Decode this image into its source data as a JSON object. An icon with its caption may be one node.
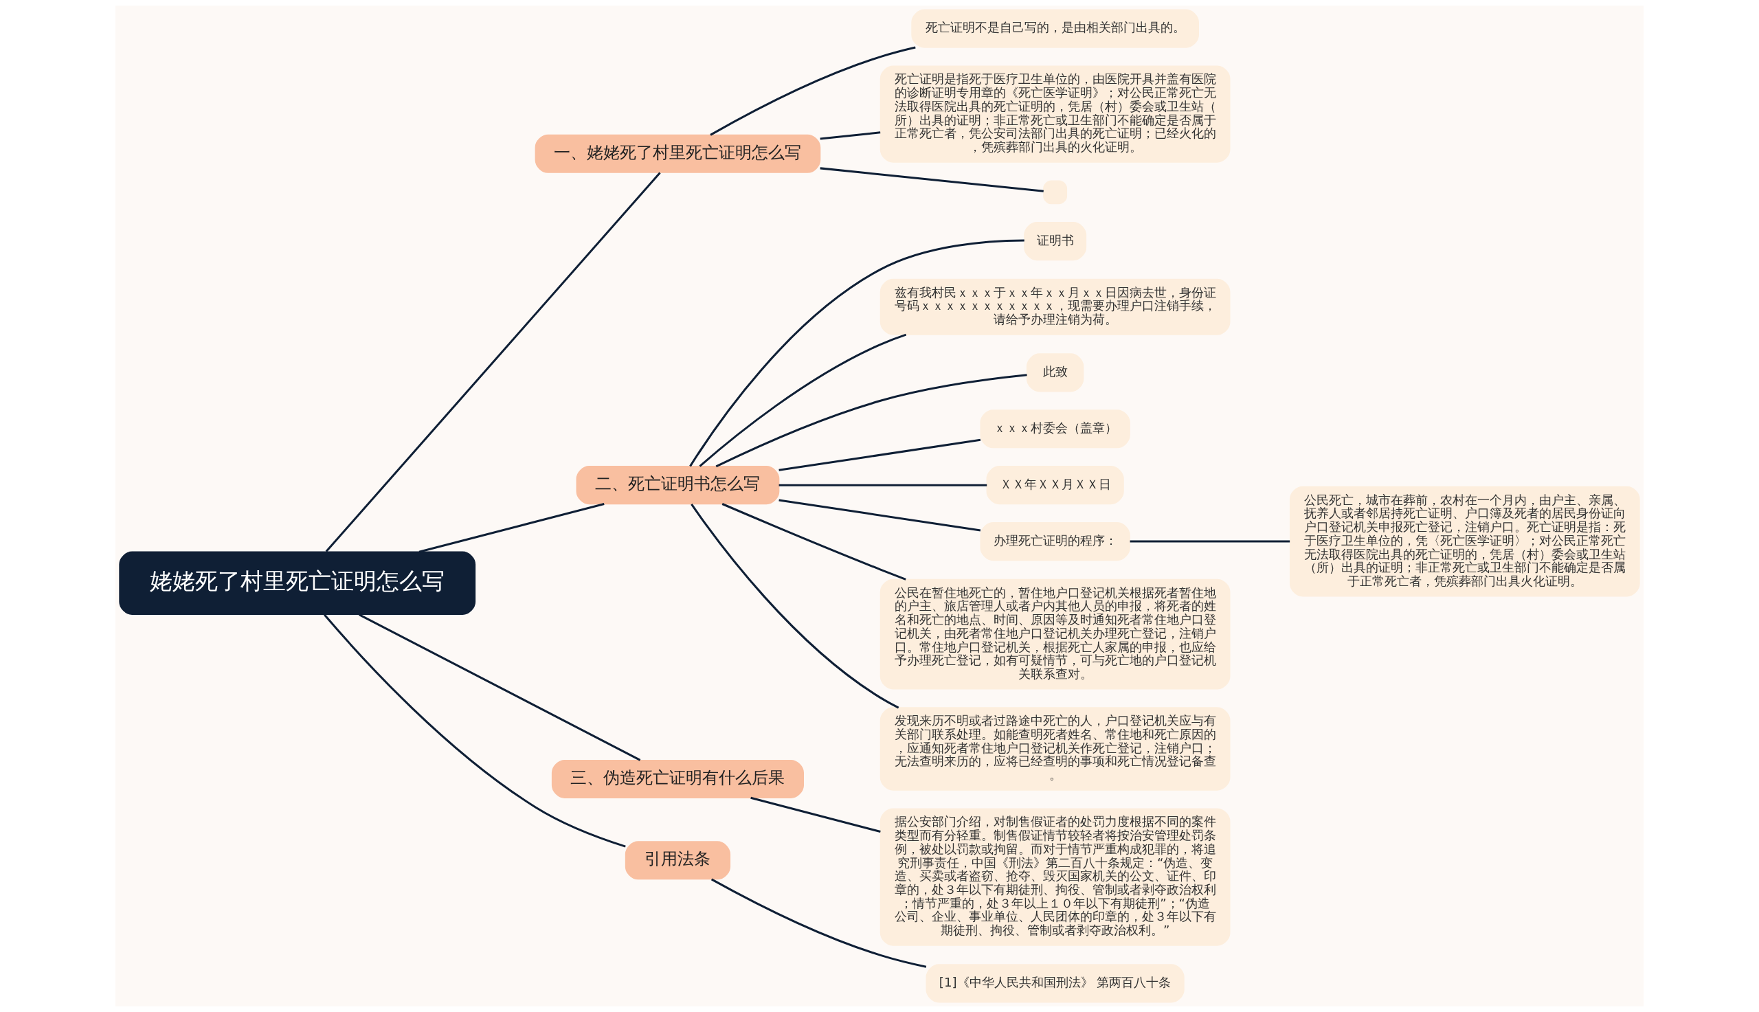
{
  "diagram": {
    "nodes": [
      {
        "text": [
          "姥姥死了村里死亡证明怎么写"
        ]
      },
      {
        "text": [
          "一、姥姥死了村里死亡证明怎么写"
        ]
      },
      {
        "text": [
          "死亡证明不是自己写的，是由相关部门出具的。"
        ]
      },
      {
        "text": [
          "死亡证明是指死于医疗卫生单位的，由医院开具并盖有医院的诊断证明专用章的《死亡医学证明》；对公民正常死亡无法取得医院出具的死亡证明的，凭居（村）委会或卫生站（所）出具的证明；非正常死亡或卫生部门不能确定是否属于正常死亡者，凭公安司法部门出具的死亡证明；已经火化的，凭殡葬部门出具的火化证明。"
        ]
      },
      {
        "text": [],
        "shape": "box"
      },
      {
        "text": [
          "二、死亡证明书怎么写"
        ]
      },
      {
        "text": [
          "证明书"
        ]
      },
      {
        "text": [
          "兹有我村民ｘｘｘ于ｘｘ年ｘｘ月ｘｘ日因病去世，身份证号码ｘｘｘｘｘｘｘｘｘｘｘ，现需要办理户口注销手续，请给予办理注销为荷。"
        ]
      },
      {
        "text": [
          "此致"
        ]
      },
      {
        "text": [
          "ｘｘｘ村委会（盖章）"
        ]
      },
      {
        "text": [
          "ＸＸ年ＸＸ月ＸＸ日"
        ]
      },
      {
        "text": [
          "办理死亡证明的程序："
        ]
      },
      {
        "text": [
          "公民死亡，城市在葬前，农村在一个月内，由户主、亲属、抚养人或者邻居持死亡证明、户口簿及死者的居民身份证向户口登记机关申报死亡登记，注销户口。死亡证明是指：死于医疗卫生单位的，凭〈死亡医学证明〉；对公民正常死亡无法取得医院出具的死亡证明的，凭居（村）委会或卫生站（所）出具的证明；非正常死亡或卫生部门不能确定是否属于正常死亡者，凭殡葬部门出具火化证明。"
        ]
      },
      {
        "text": [
          "公民在暂住地死亡的，暂住地户口登记机关根据死者暂住地的户主、旅店管理人或者户内其他人员的申报，将死者的姓名和死亡的地点、时间、原因等及时通知死者常住地户口登记机关，由死者常住地户口登记机关办理死亡登记，注销户口。常住地户口登记机关，根据死亡人家属的申报，也应给予办理死亡登记，如有可疑情节，可与死亡地的户口登记机关联系查对。"
        ]
      },
      {
        "text": [
          "发现来历不明或者过路途中死亡的人，户口登记机关应与有关部门联系处理。如能查明死者姓名、常住地和死亡原因的，应通知死者常住地户口登记机关作死亡登记，注销户口；无法查明来历的，应将已经查明的事项和死亡情况登记备查。"
        ]
      },
      {
        "text": [
          "三、伪造死亡证明有什么后果"
        ]
      },
      {
        "text": [
          "据公安部门介绍，对制售假证者的处罚力度根据不同的案件类型而有分轻重。制售假证情节较轻者将按治安管理处罚条例，被处以罚款或拘留。而对于情节严重构成犯罪的，将追究刑事责任，中国《刑法》第二百八十条规定：“伪造、变造、买卖或者盗窃、抢夺、毁灭国家机关的公文、证件、印章的，处３年以下有期徒刑、拘役、管制或者剥夺政治权利；情节严重的，处３年以上１０年以下有期徒刑”；“伪造公司、企业、事业单位、人民团体的印章的，处３年以下有期徒刑、拘役、管制或者剥夺政治权利。”"
        ]
      },
      {
        "text": [
          "引用法条"
        ]
      },
      {
        "text": [
          "[1]《中华人民共和国刑法》 第两百八十条"
        ]
      }
    ],
    "edges": [
      {
        "from": 0,
        "to": 1,
        "arrow": "none"
      },
      {
        "from": 1,
        "to": 2,
        "arrow": "none"
      },
      {
        "from": 1,
        "to": 3,
        "arrow": "none"
      },
      {
        "from": 1,
        "to": 4,
        "arrow": "none"
      },
      {
        "from": 0,
        "to": 5,
        "arrow": "none"
      },
      {
        "from": 5,
        "to": 6,
        "arrow": "none"
      },
      {
        "from": 5,
        "to": 7,
        "arrow": "none"
      },
      {
        "from": 5,
        "to": 8,
        "arrow": "none"
      },
      {
        "from": 5,
        "to": 9,
        "arrow": "none"
      },
      {
        "from": 5,
        "to": 10,
        "arrow": "none"
      },
      {
        "from": 5,
        "to": 11,
        "arrow": "none"
      },
      {
        "from": 11,
        "to": 12,
        "arrow": "none"
      },
      {
        "from": 5,
        "to": 13,
        "arrow": "none"
      },
      {
        "from": 5,
        "to": 14,
        "arrow": "none"
      },
      {
        "from": 0,
        "to": 15,
        "arrow": "none"
      },
      {
        "from": 15,
        "to": 16,
        "arrow": "none"
      },
      {
        "from": 0,
        "to": 17,
        "arrow": "none"
      },
      {
        "from": 17,
        "to": 18,
        "arrow": "none"
      }
    ]
  }
}
